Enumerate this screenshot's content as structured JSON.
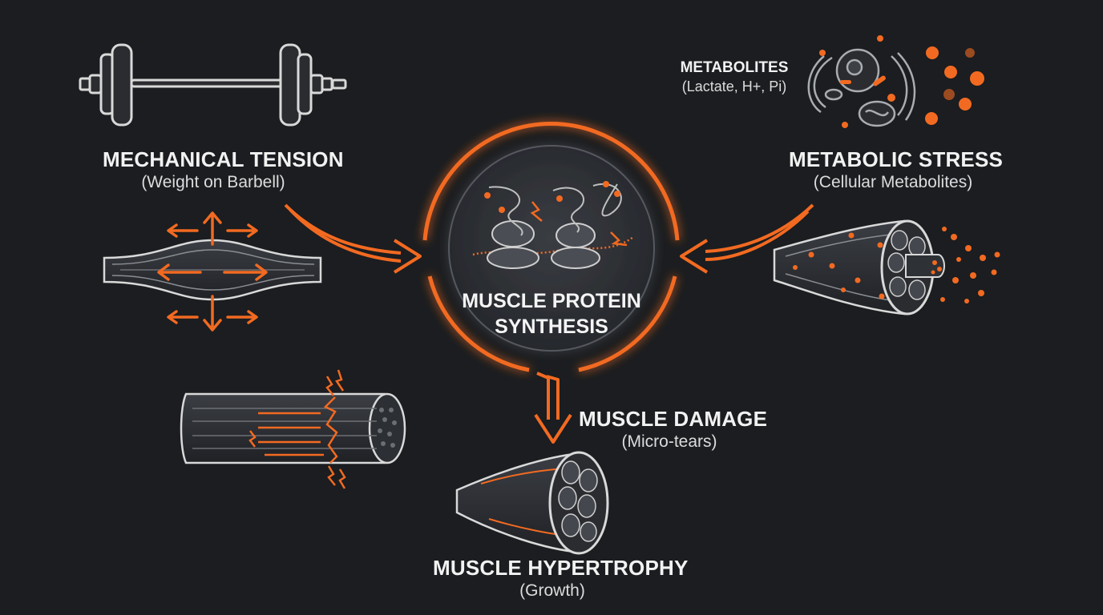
{
  "center": {
    "line1": "MUSCLE PROTEIN",
    "line2": "SYNTHESIS"
  },
  "mechanical": {
    "title": "MECHANICAL TENSION",
    "subtitle": "(Weight on Barbell)"
  },
  "metabolites": {
    "title": "METABOLITES",
    "subtitle": "(Lactate, H+, Pi)"
  },
  "metabolic": {
    "title": "METABOLIC STRESS",
    "subtitle": "(Cellular Metabolites)"
  },
  "damage": {
    "title": "MUSCLE DAMAGE",
    "subtitle": "(Micro-tears)"
  },
  "hypertrophy": {
    "title": "MUSCLE HYPERTROPHY",
    "subtitle": "(Growth)"
  },
  "colors": {
    "background": "#1b1d20",
    "accent": "#f26a21",
    "line": "#d9d9d9",
    "fill": "#2e3136"
  }
}
